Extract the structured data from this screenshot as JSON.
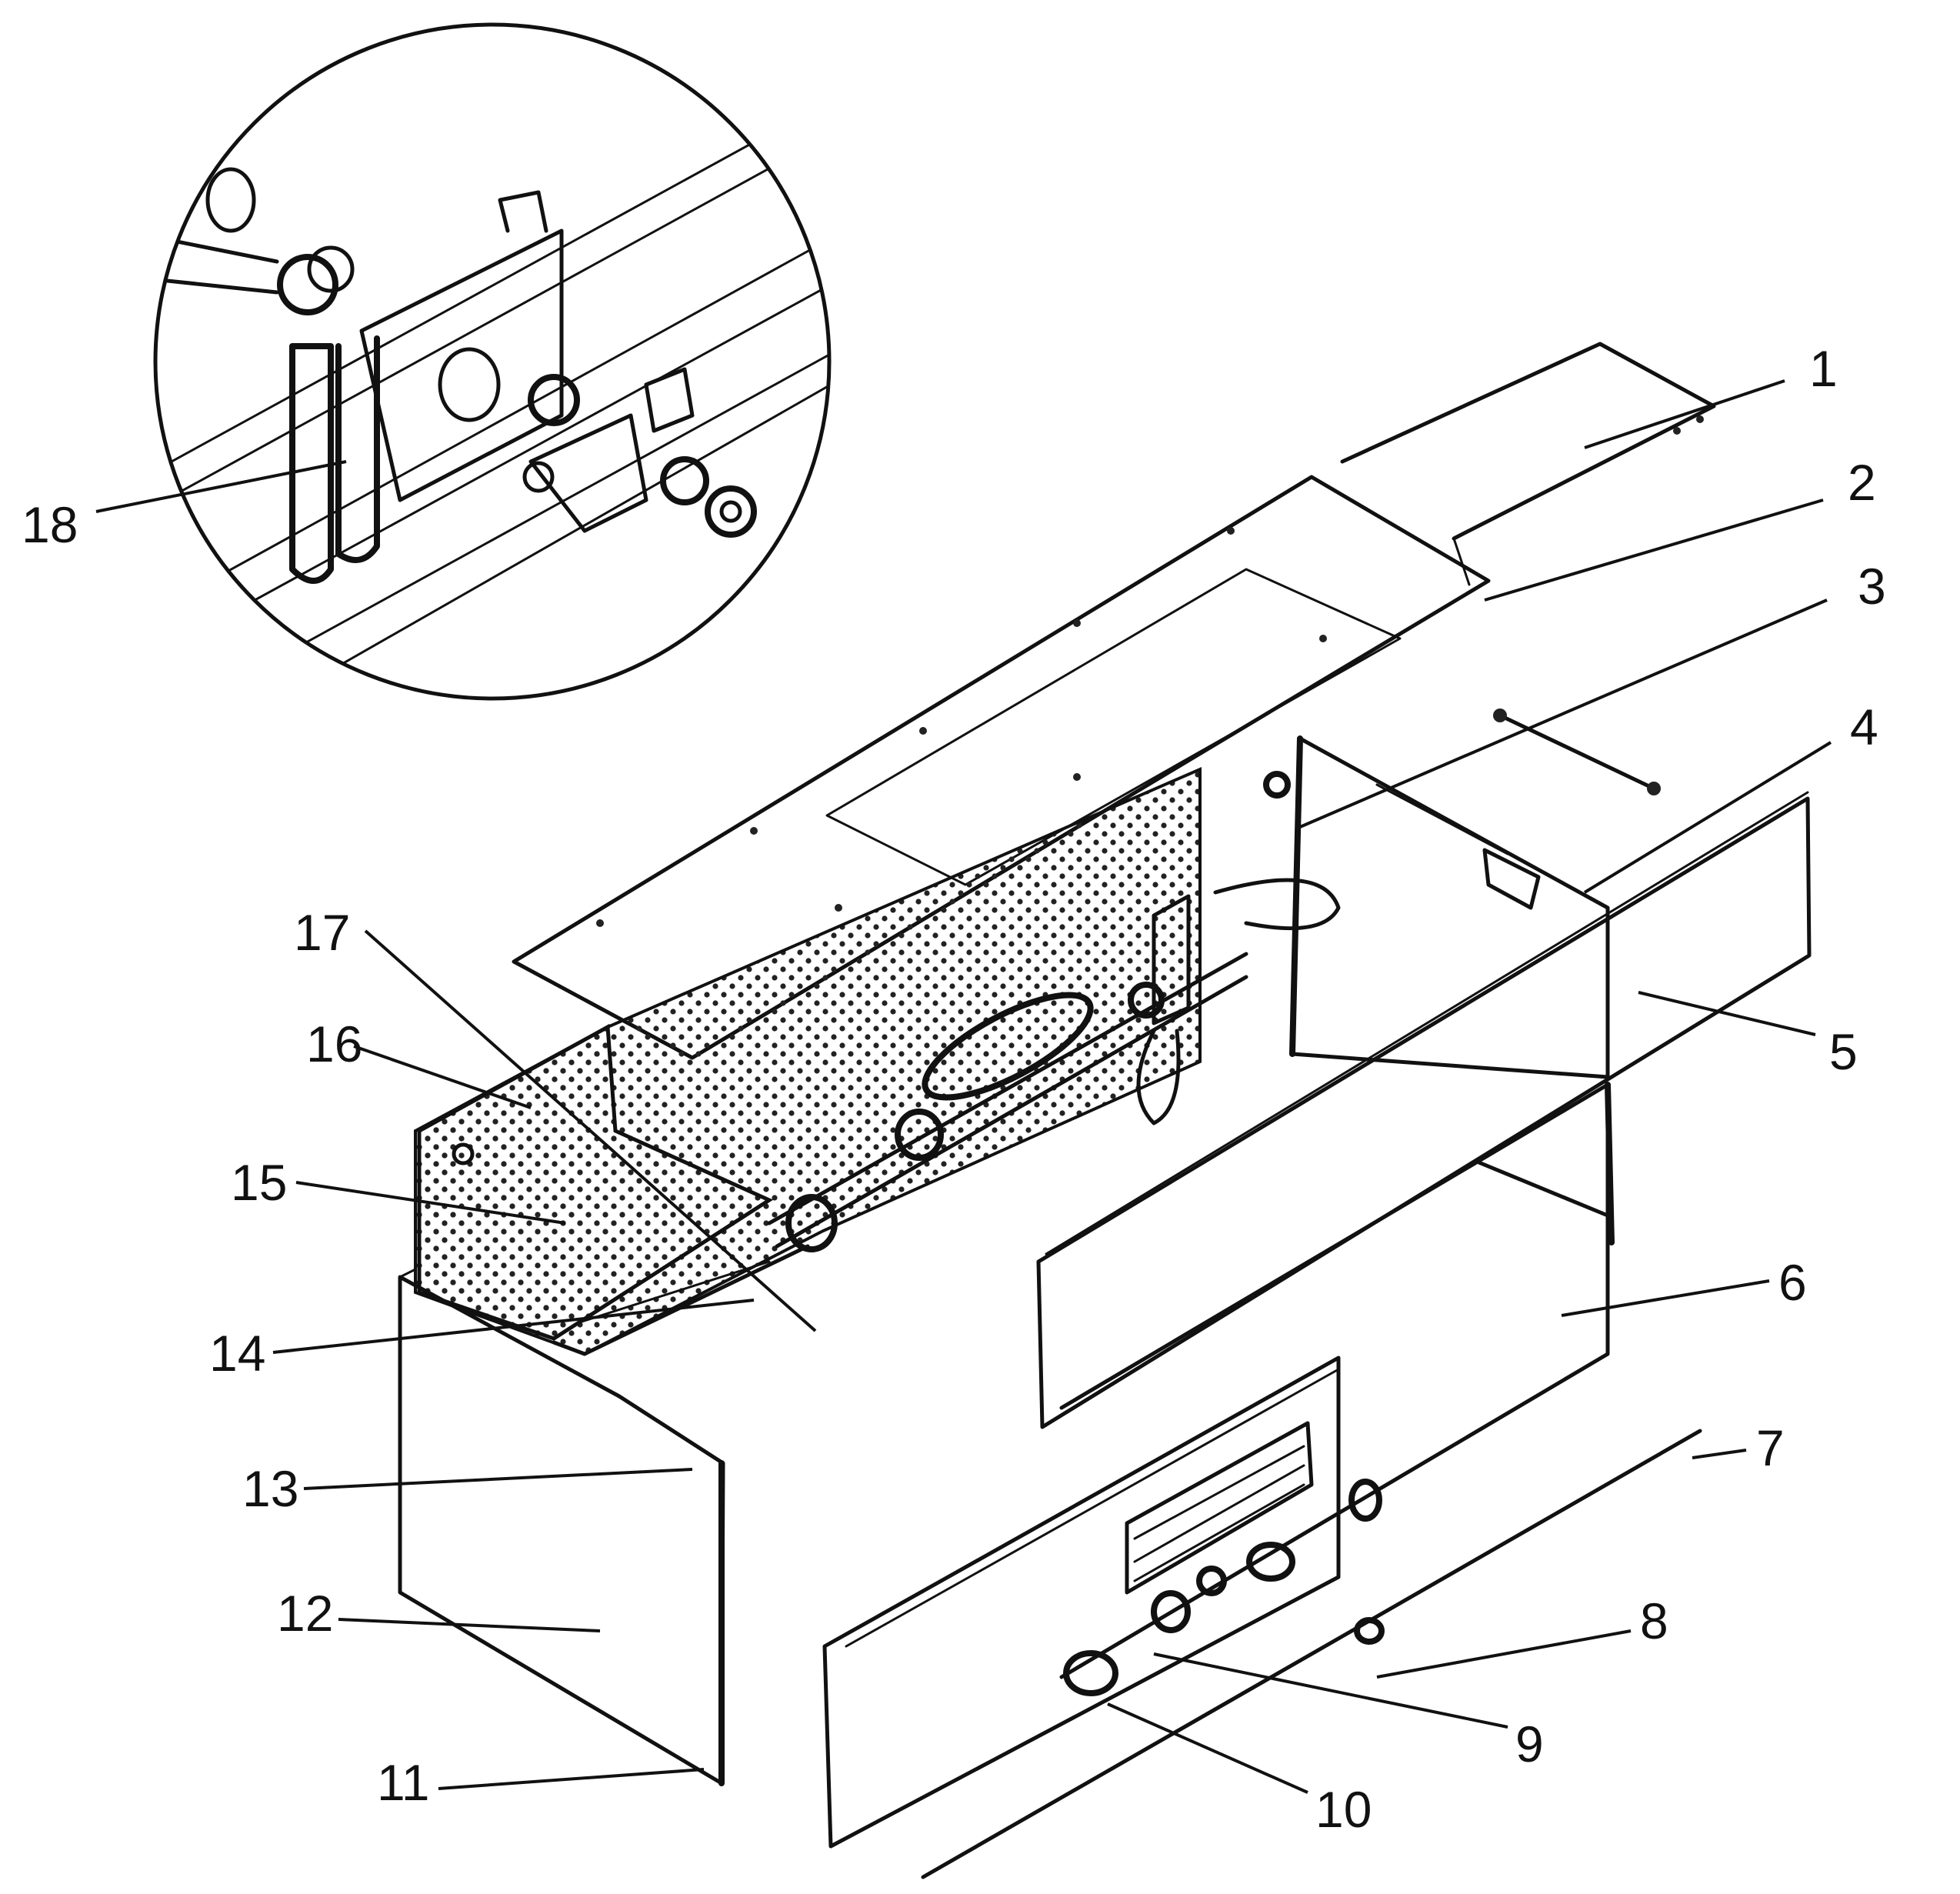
{
  "diagram": {
    "colors": {
      "ink": "#111111",
      "background": "#ffffff"
    },
    "labels": {
      "l1": "1",
      "l2": "2",
      "l3": "3",
      "l4": "4",
      "l5": "5",
      "l6": "6",
      "l7": "7",
      "l8": "8",
      "l9": "9",
      "l10": "10",
      "l11": "11",
      "l12": "12",
      "l13": "13",
      "l14": "14",
      "l15": "15",
      "l16": "16",
      "l17": "17",
      "l18": "18"
    }
  }
}
